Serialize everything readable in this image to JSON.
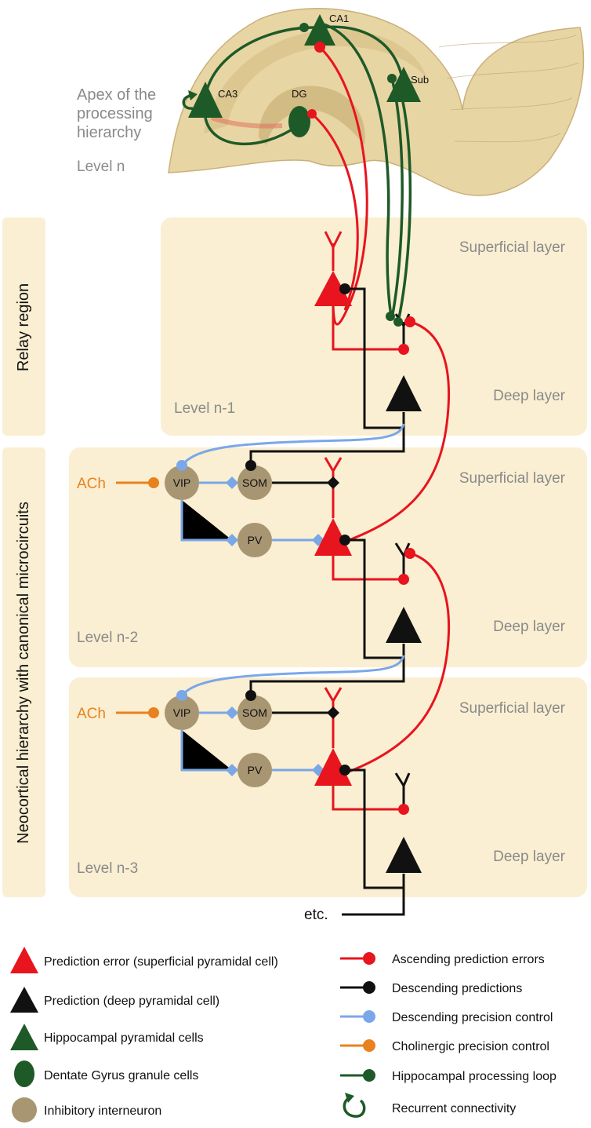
{
  "hippocampus": {
    "apex_text": [
      "Apex of the",
      "processing",
      "hierarchy"
    ],
    "level": "Level n",
    "ca1": "CA1",
    "ca3": "CA3",
    "dg": "DG",
    "sub": "Sub"
  },
  "side_labels": {
    "relay": "Relay region",
    "neocortical": "Neocortical hierarchy with canonical microcircuits"
  },
  "panels": [
    {
      "superficial": "Superficial layer",
      "deep": "Deep layer",
      "level": "Level n-1"
    },
    {
      "superficial": "Superficial layer",
      "deep": "Deep layer",
      "level": "Level n-2",
      "ach": "ACh",
      "vip": "VIP",
      "som": "SOM",
      "pv": "PV"
    },
    {
      "superficial": "Superficial layer",
      "deep": "Deep layer",
      "level": "Level n-3",
      "ach": "ACh",
      "vip": "VIP",
      "som": "SOM",
      "pv": "PV"
    }
  ],
  "etc": "etc.",
  "colors": {
    "red": "#e8141e",
    "black": "#111111",
    "blue": "#7aa7e8",
    "orange": "#e8821e",
    "green": "#1e5a28",
    "tan": "#a89572",
    "panel": "#faefd2"
  },
  "legend_left": [
    {
      "icon": "red-triangle-icon",
      "label": "Prediction error (superficial pyramidal cell)"
    },
    {
      "icon": "black-triangle-icon",
      "label": "Prediction (deep pyramidal cell)"
    },
    {
      "icon": "green-triangle-icon",
      "label": "Hippocampal pyramidal cells"
    },
    {
      "icon": "green-ellipse-icon",
      "label": "Dentate Gyrus granule cells"
    },
    {
      "icon": "tan-circle-icon",
      "label": "Inhibitory interneuron"
    }
  ],
  "legend_right": [
    {
      "icon": "red-line-icon",
      "label": "Ascending prediction errors"
    },
    {
      "icon": "black-line-icon",
      "label": "Descending predictions"
    },
    {
      "icon": "blue-line-icon",
      "label": "Descending precision control"
    },
    {
      "icon": "orange-line-icon",
      "label": "Cholinergic precision control"
    },
    {
      "icon": "green-line-icon",
      "label": "Hippocampal processing loop"
    },
    {
      "icon": "recurrent-arrow-icon",
      "label": "Recurrent connectivity"
    }
  ]
}
